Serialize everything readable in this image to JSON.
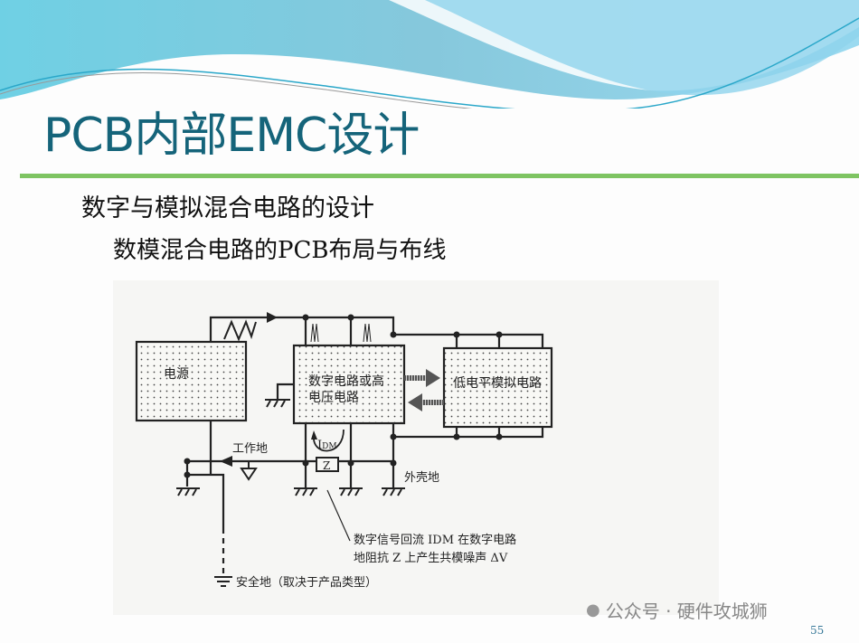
{
  "slide": {
    "title": "PCB内部EMC设计",
    "subtitle_1": "数字与模拟混合电路的设计",
    "subtitle_2": "数模混合电路的PCB布局与布线",
    "page_number": "55"
  },
  "diagram": {
    "power_block": "电源",
    "digital_block_line1": "数字电路或高",
    "digital_block_line2": "电压电路",
    "analog_block": "低电平模拟电路",
    "working_ground": "工作地",
    "chassis_ground": "外壳地",
    "safety_ground": "安全地（取决于产品类型）",
    "current_label": "I",
    "current_sub": "DM",
    "impedance_label": "Z",
    "note_line1": "数字信号回流 IDM 在数字电路",
    "note_line2": "地阻抗 Z 上产生共模噪声 ΔV"
  },
  "watermark": {
    "icon": "wechat-icon",
    "text": "公众号 · 硬件攻城狮"
  },
  "colors": {
    "title": "#15647a",
    "rule": "#7ec462",
    "wave": "#7fcbe0"
  }
}
